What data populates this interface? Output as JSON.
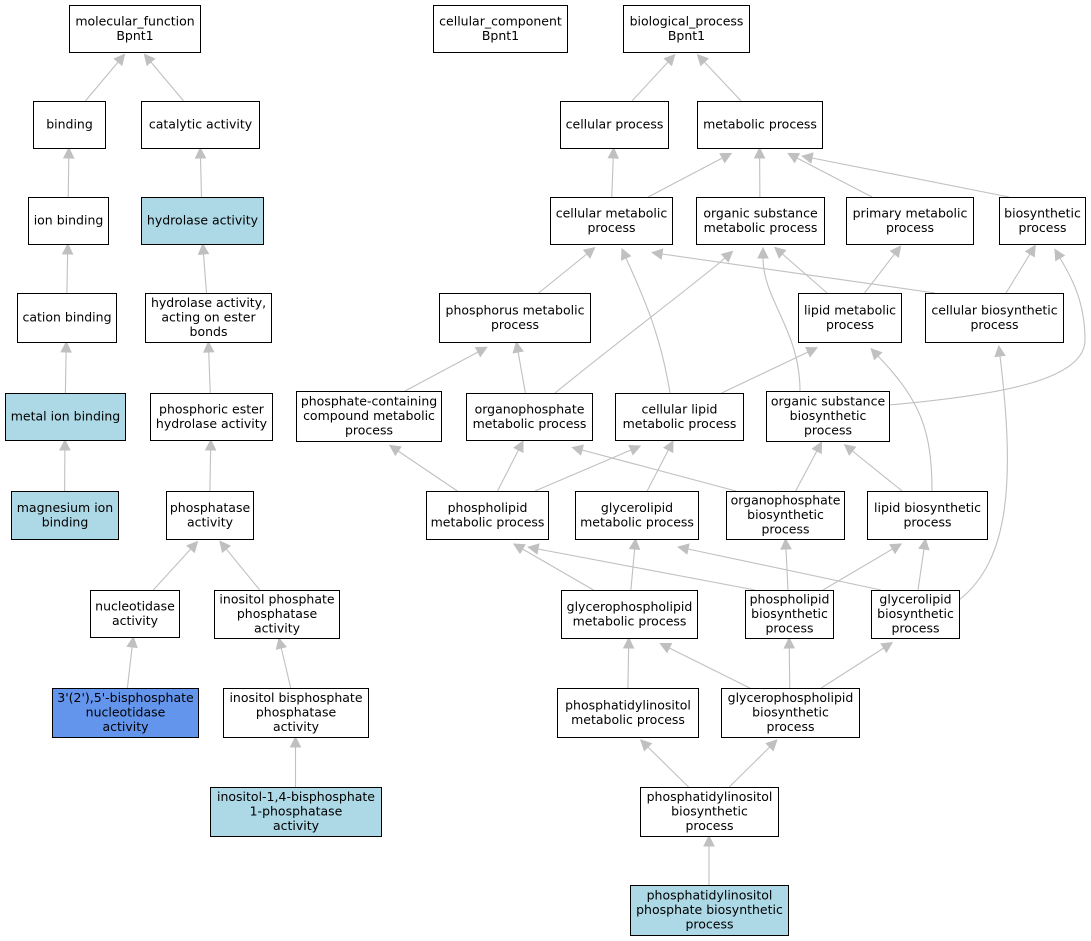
{
  "colors": {
    "default_fill": "#ffffff",
    "highlight_fill": "#add8e6",
    "selected_fill": "#6495ed",
    "edge": "#c0c0c0",
    "border": "#000000"
  },
  "nodes": [
    {
      "id": "mf_root",
      "lines": [
        "molecular_function",
        "Bpnt1"
      ],
      "fill": "default"
    },
    {
      "id": "binding",
      "lines": [
        "binding"
      ],
      "fill": "default"
    },
    {
      "id": "catalytic",
      "lines": [
        "catalytic activity"
      ],
      "fill": "default"
    },
    {
      "id": "ion_binding",
      "lines": [
        "ion binding"
      ],
      "fill": "default"
    },
    {
      "id": "hydrolase",
      "lines": [
        "hydrolase activity"
      ],
      "fill": "highlight"
    },
    {
      "id": "cation_binding",
      "lines": [
        "cation binding"
      ],
      "fill": "default"
    },
    {
      "id": "hydrolase_ester",
      "lines": [
        "hydrolase activity,",
        "acting on ester",
        "bonds"
      ],
      "fill": "default"
    },
    {
      "id": "metal_ion",
      "lines": [
        "metal ion binding"
      ],
      "fill": "highlight"
    },
    {
      "id": "phosphoric_ester",
      "lines": [
        "phosphoric ester",
        "hydrolase activity"
      ],
      "fill": "default"
    },
    {
      "id": "magnesium",
      "lines": [
        "magnesium ion",
        "binding"
      ],
      "fill": "highlight"
    },
    {
      "id": "phosphatase",
      "lines": [
        "phosphatase",
        "activity"
      ],
      "fill": "default"
    },
    {
      "id": "nucleotidase",
      "lines": [
        "nucleotidase",
        "activity"
      ],
      "fill": "default"
    },
    {
      "id": "inositol_phosphate",
      "lines": [
        "inositol phosphate",
        "phosphatase",
        "activity"
      ],
      "fill": "default"
    },
    {
      "id": "bisphosphate_nuc",
      "lines": [
        "3'(2'),5'-bisphosphate",
        "nucleotidase",
        "activity"
      ],
      "fill": "selected"
    },
    {
      "id": "inositol_bisphosphate",
      "lines": [
        "inositol bisphosphate",
        "phosphatase",
        "activity"
      ],
      "fill": "default"
    },
    {
      "id": "inositol_14",
      "lines": [
        "inositol-1,4-bisphosphate",
        "1-phosphatase",
        "activity"
      ],
      "fill": "highlight"
    },
    {
      "id": "cc_root",
      "lines": [
        "cellular_component",
        "Bpnt1"
      ],
      "fill": "default"
    },
    {
      "id": "bp_root",
      "lines": [
        "biological_process",
        "Bpnt1"
      ],
      "fill": "default"
    },
    {
      "id": "cellular_process",
      "lines": [
        "cellular process"
      ],
      "fill": "default"
    },
    {
      "id": "metabolic_process",
      "lines": [
        "metabolic process"
      ],
      "fill": "default"
    },
    {
      "id": "cellular_metabolic",
      "lines": [
        "cellular metabolic",
        "process"
      ],
      "fill": "default"
    },
    {
      "id": "organic_substance_metabolic",
      "lines": [
        "organic substance",
        "metabolic process"
      ],
      "fill": "default"
    },
    {
      "id": "primary_metabolic",
      "lines": [
        "primary metabolic",
        "process"
      ],
      "fill": "default"
    },
    {
      "id": "biosynthetic",
      "lines": [
        "biosynthetic",
        "process"
      ],
      "fill": "default"
    },
    {
      "id": "phosphorus_metabolic",
      "lines": [
        "phosphorus metabolic",
        "process"
      ],
      "fill": "default"
    },
    {
      "id": "lipid_metabolic",
      "lines": [
        "lipid metabolic",
        "process"
      ],
      "fill": "default"
    },
    {
      "id": "cellular_biosynthetic",
      "lines": [
        "cellular biosynthetic",
        "process"
      ],
      "fill": "default"
    },
    {
      "id": "phosphate_containing",
      "lines": [
        "phosphate-containing",
        "compound metabolic",
        "process"
      ],
      "fill": "default"
    },
    {
      "id": "organophosphate_metabolic",
      "lines": [
        "organophosphate",
        "metabolic process"
      ],
      "fill": "default"
    },
    {
      "id": "cellular_lipid",
      "lines": [
        "cellular lipid",
        "metabolic process"
      ],
      "fill": "default"
    },
    {
      "id": "organic_substance_biosynthetic",
      "lines": [
        "organic substance",
        "biosynthetic",
        "process"
      ],
      "fill": "default"
    },
    {
      "id": "phospholipid_metabolic",
      "lines": [
        "phospholipid",
        "metabolic process"
      ],
      "fill": "default"
    },
    {
      "id": "glycerolipid_metabolic",
      "lines": [
        "glycerolipid",
        "metabolic process"
      ],
      "fill": "default"
    },
    {
      "id": "organophosphate_biosynthetic",
      "lines": [
        "organophosphate",
        "biosynthetic",
        "process"
      ],
      "fill": "default"
    },
    {
      "id": "lipid_biosynthetic",
      "lines": [
        "lipid biosynthetic",
        "process"
      ],
      "fill": "default"
    },
    {
      "id": "glycerophospholipid_metabolic",
      "lines": [
        "glycerophospholipid",
        "metabolic process"
      ],
      "fill": "default"
    },
    {
      "id": "phospholipid_biosynthetic",
      "lines": [
        "phospholipid",
        "biosynthetic",
        "process"
      ],
      "fill": "default"
    },
    {
      "id": "glycerolipid_biosynthetic",
      "lines": [
        "glycerolipid",
        "biosynthetic",
        "process"
      ],
      "fill": "default"
    },
    {
      "id": "phosphatidylinositol_metabolic",
      "lines": [
        "phosphatidylinositol",
        "metabolic process"
      ],
      "fill": "default"
    },
    {
      "id": "glycerophospholipid_biosynthetic",
      "lines": [
        "glycerophospholipid",
        "biosynthetic",
        "process"
      ],
      "fill": "default"
    },
    {
      "id": "phosphatidylinositol_biosynthetic",
      "lines": [
        "phosphatidylinositol",
        "biosynthetic",
        "process"
      ],
      "fill": "default"
    },
    {
      "id": "phosphatidylinositol_phosphate_biosynthetic",
      "lines": [
        "phosphatidylinositol",
        "phosphate biosynthetic",
        "process"
      ],
      "fill": "highlight"
    }
  ],
  "edges": [
    {
      "from": "binding",
      "to": "mf_root"
    },
    {
      "from": "catalytic",
      "to": "mf_root"
    },
    {
      "from": "ion_binding",
      "to": "binding"
    },
    {
      "from": "hydrolase",
      "to": "catalytic"
    },
    {
      "from": "cation_binding",
      "to": "ion_binding"
    },
    {
      "from": "hydrolase_ester",
      "to": "hydrolase"
    },
    {
      "from": "metal_ion",
      "to": "cation_binding"
    },
    {
      "from": "phosphoric_ester",
      "to": "hydrolase_ester"
    },
    {
      "from": "magnesium",
      "to": "metal_ion"
    },
    {
      "from": "phosphatase",
      "to": "phosphoric_ester"
    },
    {
      "from": "nucleotidase",
      "to": "phosphatase"
    },
    {
      "from": "inositol_phosphate",
      "to": "phosphatase"
    },
    {
      "from": "bisphosphate_nuc",
      "to": "nucleotidase"
    },
    {
      "from": "inositol_bisphosphate",
      "to": "inositol_phosphate"
    },
    {
      "from": "inositol_14",
      "to": "inositol_bisphosphate"
    },
    {
      "from": "cellular_process",
      "to": "bp_root"
    },
    {
      "from": "metabolic_process",
      "to": "bp_root"
    },
    {
      "from": "cellular_metabolic",
      "to": "cellular_process"
    },
    {
      "from": "cellular_metabolic",
      "to": "metabolic_process"
    },
    {
      "from": "organic_substance_metabolic",
      "to": "metabolic_process"
    },
    {
      "from": "primary_metabolic",
      "to": "metabolic_process"
    },
    {
      "from": "biosynthetic",
      "to": "metabolic_process"
    },
    {
      "from": "phosphorus_metabolic",
      "to": "cellular_metabolic"
    },
    {
      "from": "lipid_metabolic",
      "to": "organic_substance_metabolic"
    },
    {
      "from": "lipid_metabolic",
      "to": "primary_metabolic"
    },
    {
      "from": "cellular_biosynthetic",
      "to": "cellular_metabolic"
    },
    {
      "from": "cellular_biosynthetic",
      "to": "biosynthetic"
    },
    {
      "from": "phosphate_containing",
      "to": "phosphorus_metabolic"
    },
    {
      "from": "organophosphate_metabolic",
      "to": "phosphorus_metabolic"
    },
    {
      "from": "organophosphate_metabolic",
      "to": "organic_substance_metabolic"
    },
    {
      "from": "cellular_lipid",
      "to": "cellular_metabolic"
    },
    {
      "from": "cellular_lipid",
      "to": "lipid_metabolic"
    },
    {
      "from": "organic_substance_biosynthetic",
      "to": "organic_substance_metabolic"
    },
    {
      "from": "organic_substance_biosynthetic",
      "to": "biosynthetic"
    },
    {
      "from": "phospholipid_metabolic",
      "to": "phosphate_containing"
    },
    {
      "from": "phospholipid_metabolic",
      "to": "organophosphate_metabolic"
    },
    {
      "from": "phospholipid_metabolic",
      "to": "cellular_lipid"
    },
    {
      "from": "glycerolipid_metabolic",
      "to": "cellular_lipid"
    },
    {
      "from": "organophosphate_biosynthetic",
      "to": "organophosphate_metabolic"
    },
    {
      "from": "organophosphate_biosynthetic",
      "to": "organic_substance_biosynthetic"
    },
    {
      "from": "lipid_biosynthetic",
      "to": "lipid_metabolic"
    },
    {
      "from": "lipid_biosynthetic",
      "to": "organic_substance_biosynthetic"
    },
    {
      "from": "glycerophospholipid_metabolic",
      "to": "phospholipid_metabolic"
    },
    {
      "from": "glycerophospholipid_metabolic",
      "to": "glycerolipid_metabolic"
    },
    {
      "from": "phospholipid_biosynthetic",
      "to": "phospholipid_metabolic"
    },
    {
      "from": "phospholipid_biosynthetic",
      "to": "organophosphate_biosynthetic"
    },
    {
      "from": "phospholipid_biosynthetic",
      "to": "lipid_biosynthetic"
    },
    {
      "from": "glycerolipid_biosynthetic",
      "to": "glycerolipid_metabolic"
    },
    {
      "from": "glycerolipid_biosynthetic",
      "to": "lipid_biosynthetic"
    },
    {
      "from": "glycerolipid_biosynthetic",
      "to": "cellular_biosynthetic"
    },
    {
      "from": "phosphatidylinositol_metabolic",
      "to": "glycerophospholipid_metabolic"
    },
    {
      "from": "glycerophospholipid_biosynthetic",
      "to": "glycerophospholipid_metabolic"
    },
    {
      "from": "glycerophospholipid_biosynthetic",
      "to": "phospholipid_biosynthetic"
    },
    {
      "from": "glycerophospholipid_biosynthetic",
      "to": "glycerolipid_biosynthetic"
    },
    {
      "from": "phosphatidylinositol_biosynthetic",
      "to": "phosphatidylinositol_metabolic"
    },
    {
      "from": "phosphatidylinositol_biosynthetic",
      "to": "glycerophospholipid_biosynthetic"
    },
    {
      "from": "phosphatidylinositol_phosphate_biosynthetic",
      "to": "phosphatidylinositol_biosynthetic"
    }
  ]
}
